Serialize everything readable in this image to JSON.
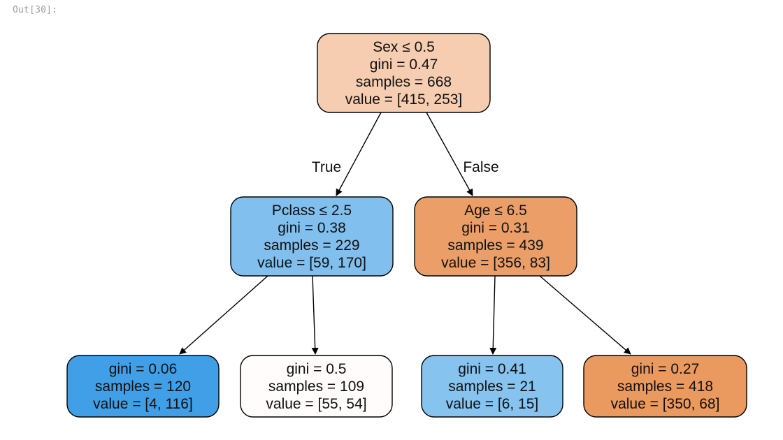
{
  "cell": {
    "output_prompt": "Out[30]:"
  },
  "tree": {
    "nodes": [
      {
        "id": "root",
        "lines": [
          "Sex ≤ 0.5",
          "gini = 0.47",
          "samples = 668",
          "value = [415, 253]"
        ],
        "fill": "#f6cdb0"
      },
      {
        "id": "left",
        "lines": [
          "Pclass ≤ 2.5",
          "gini = 0.38",
          "samples = 229",
          "value = [59, 170]"
        ],
        "fill": "#80bfee"
      },
      {
        "id": "right",
        "lines": [
          "Age ≤ 6.5",
          "gini = 0.31",
          "samples = 439",
          "value = [356, 83]"
        ],
        "fill": "#eb9e67"
      },
      {
        "id": "leaf1",
        "lines": [
          "gini = 0.06",
          "samples = 120",
          "value = [4, 116]"
        ],
        "fill": "#409fe6"
      },
      {
        "id": "leaf2",
        "lines": [
          "gini = 0.5",
          "samples = 109",
          "value = [55, 54]"
        ],
        "fill": "#fffcfb"
      },
      {
        "id": "leaf3",
        "lines": [
          "gini = 0.41",
          "samples = 21",
          "value = [6, 15]"
        ],
        "fill": "#86c3ef"
      },
      {
        "id": "leaf4",
        "lines": [
          "gini = 0.27",
          "samples = 418",
          "value = [350, 68]"
        ],
        "fill": "#ea995f"
      }
    ],
    "edges": [
      {
        "from": "root",
        "to": "left",
        "label": "True"
      },
      {
        "from": "root",
        "to": "right",
        "label": "False"
      },
      {
        "from": "left",
        "to": "leaf1",
        "label": ""
      },
      {
        "from": "left",
        "to": "leaf2",
        "label": ""
      },
      {
        "from": "right",
        "to": "leaf3",
        "label": ""
      },
      {
        "from": "right",
        "to": "leaf4",
        "label": ""
      }
    ],
    "stroke_color": "#000000"
  }
}
